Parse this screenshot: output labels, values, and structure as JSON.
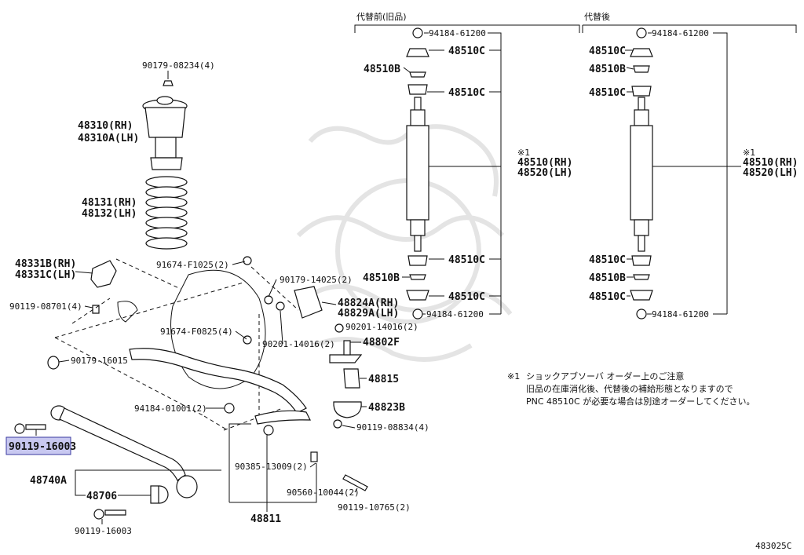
{
  "diagram": {
    "headers": {
      "before": "代替前(旧品)",
      "after": "代替後"
    },
    "note": {
      "marker": "※1",
      "line1": "ショックアブソーバ オーダー上のご注意",
      "line2": "旧品の在庫消化後、代替後の補給形態となりますので",
      "line3": "PNC 48510C が必要な場合は別途オーダーしてください。"
    },
    "figure_id": "483025C",
    "labels": {
      "p90179_08234": "90179-08234(4)",
      "p48310_rh": "48310(RH)",
      "p48310_lh": "48310A(LH)",
      "p48131_rh": "48131(RH)",
      "p48132_lh": "48132(LH)",
      "p48331b": "48331B(RH)",
      "p48331c": "48331C(LH)",
      "p91674_f1025": "91674-F1025(2)",
      "p90179_14025": "90179-14025(2)",
      "p90119_08701": "90119-08701(4)",
      "p48824a": "48824A(RH)",
      "p48829a": "48829A(LH)",
      "p91674_f0825": "91674-F0825(4)",
      "p90201_14016_a": "90201-14016(2)",
      "p90201_14016_b": "90201-14016(2)",
      "p48802f": "48802F",
      "p90179_16015": "90179-16015",
      "p48815": "48815",
      "p48823b": "48823B",
      "p94184_01001": "94184-01001(2)",
      "p90119_08834": "90119-08834(4)",
      "p90119_16003_hl": "90119-16003",
      "p90385_13009": "90385-13009(2)",
      "p90560_10044": "90560-10044(2)",
      "p90119_10765": "90119-10765(2)",
      "p48740a": "48740A",
      "p48706": "48706",
      "p90119_16003": "90119-16003",
      "p48811": "48811",
      "old_94184_top": "94184-61200",
      "old_48510c_1": "48510C",
      "old_48510b_1": "48510B",
      "old_48510c_2": "48510C",
      "old_note": "※1",
      "old_48510_rh": "48510(RH)",
      "old_48520_lh": "48520(LH)",
      "old_48510c_3": "48510C",
      "old_48510b_2": "48510B",
      "old_48510c_4": "48510C",
      "old_94184_bot": "94184-61200",
      "new_94184_top": "94184-61200",
      "new_48510c_1": "48510C",
      "new_48510b_1": "48510B",
      "new_48510c_2": "48510C",
      "new_note": "※1",
      "new_48510_rh": "48510(RH)",
      "new_48520_lh": "48520(LH)",
      "new_48510c_3": "48510C",
      "new_48510b_2": "48510B",
      "new_48510c_4": "48510C",
      "new_94184_bot": "94184-61200"
    }
  }
}
